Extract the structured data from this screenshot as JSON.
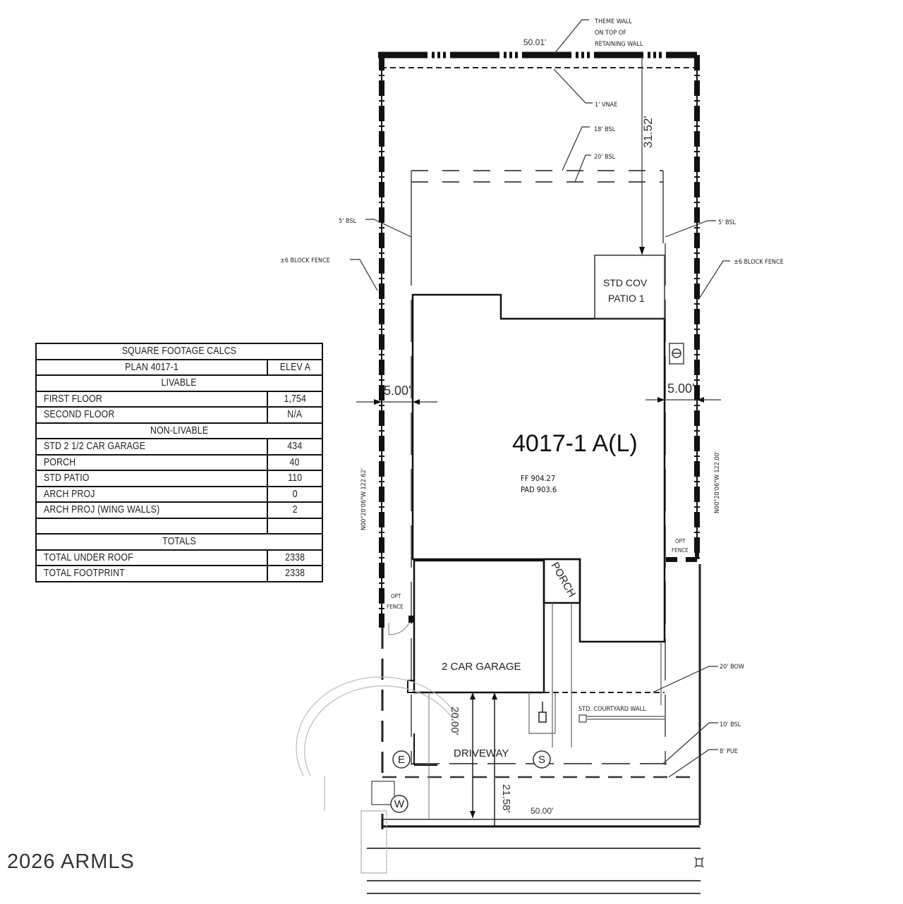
{
  "table": {
    "title": "SQUARE FOOTAGE CALCS",
    "plan": "PLAN 4017-1",
    "elevation": "ELEV A",
    "section_livable": "LIVABLE",
    "livable_rows": [
      {
        "label": "FIRST FLOOR",
        "value": "1,754"
      },
      {
        "label": "SECOND FLOOR",
        "value": "N/A"
      }
    ],
    "section_non_livable": "NON-LIVABLE",
    "non_livable_rows": [
      {
        "label": "STD 2 1/2 CAR GARAGE",
        "value": "434"
      },
      {
        "label": "PORCH",
        "value": "40"
      },
      {
        "label": "STD PATIO",
        "value": "110"
      },
      {
        "label": "ARCH PROJ",
        "value": "0"
      },
      {
        "label": "ARCH PROJ (WING WALLS)",
        "value": "2"
      },
      {
        "label": "",
        "value": ""
      }
    ],
    "section_totals": "TOTALS",
    "total_rows": [
      {
        "label": "TOTAL UNDER ROOF",
        "value": "2338"
      },
      {
        "label": "TOTAL FOOTPRINT",
        "value": "2338"
      }
    ]
  },
  "plan": {
    "lot_label": "4017-1 A(L)",
    "finished_floor": "FF 904.27",
    "pad": "PAD 903.6",
    "rooms": {
      "patio_line1": "STD COV",
      "patio_line2": "PATIO 1",
      "garage": "2 CAR GARAGE",
      "porch": "PORCH",
      "driveway": "DRIVEWAY"
    },
    "dimensions": {
      "rear_width": "50.01'",
      "front_width": "50.00'",
      "rear_setback": "31.52'",
      "left_side": "5.00'",
      "right_side": "5.00'",
      "driveway_depth": "20.00'",
      "front_setback": "21.58'",
      "left_bearing": "N00°20'06\"W  122.62'",
      "right_bearing": "N00°20'06\"W  122.00'"
    },
    "annotations": {
      "theme_wall_1": "THEME WALL",
      "theme_wall_2": "ON TOP OF",
      "theme_wall_3": "RETAINING WALL",
      "vnae": "1' VNAE",
      "bsl_18": "18' BSL",
      "bsl_20": "20' BSL",
      "bsl_5_left": "5' BSL",
      "bsl_5_right": "5' BSL",
      "block_fence_left": "±6 BLOCK FENCE",
      "block_fence_right": "±6 BLOCK FENCE",
      "opt_fence_right_1": "OPT",
      "opt_fence_right_2": "FENCE",
      "opt_fence_left_1": "OPT",
      "opt_fence_left_2": "FENCE",
      "bow_20": "20' BOW",
      "courtyard_wall": "STD. COURTYARD WALL",
      "bsl_10": "10' BSL",
      "pue_8": "8' PUE"
    },
    "utilities": {
      "electric": "E",
      "sewer": "S",
      "water": "W"
    }
  },
  "footer": {
    "copyright": "2026 ARMLS"
  }
}
